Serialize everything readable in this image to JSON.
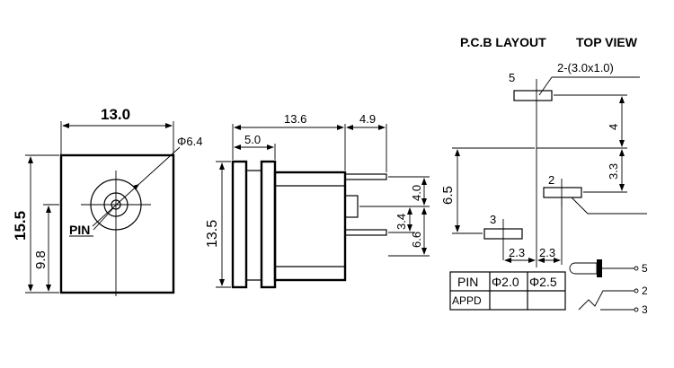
{
  "front_view": {
    "width": "13.0",
    "height": "15.5",
    "pin_height": "9.8",
    "hole_dia": "Φ6.4",
    "pin_label": "PIN"
  },
  "side_view": {
    "length": "13.6",
    "tab": "4.9",
    "flange": "5.0",
    "height": "13.5",
    "d1": "4.0",
    "d2": "3.4",
    "d3": "6.6"
  },
  "pcb_layout": {
    "title": "P.C.B LAYOUT",
    "top_view": "TOP VIEW",
    "slot_spec": "2-(3.0x1.0)",
    "pin5": "5",
    "pin2": "2",
    "pin3": "3",
    "v_top": "4",
    "v_mid": "3.3",
    "v_left": "6.5",
    "h1": "2.3",
    "h2": "2.3"
  },
  "pin_table": {
    "headers": [
      "PIN",
      "Φ2.0",
      "Φ2.5"
    ],
    "row_label": "APPD"
  },
  "schematic": {
    "p5": "5",
    "p2": "2",
    "p3": "3"
  }
}
